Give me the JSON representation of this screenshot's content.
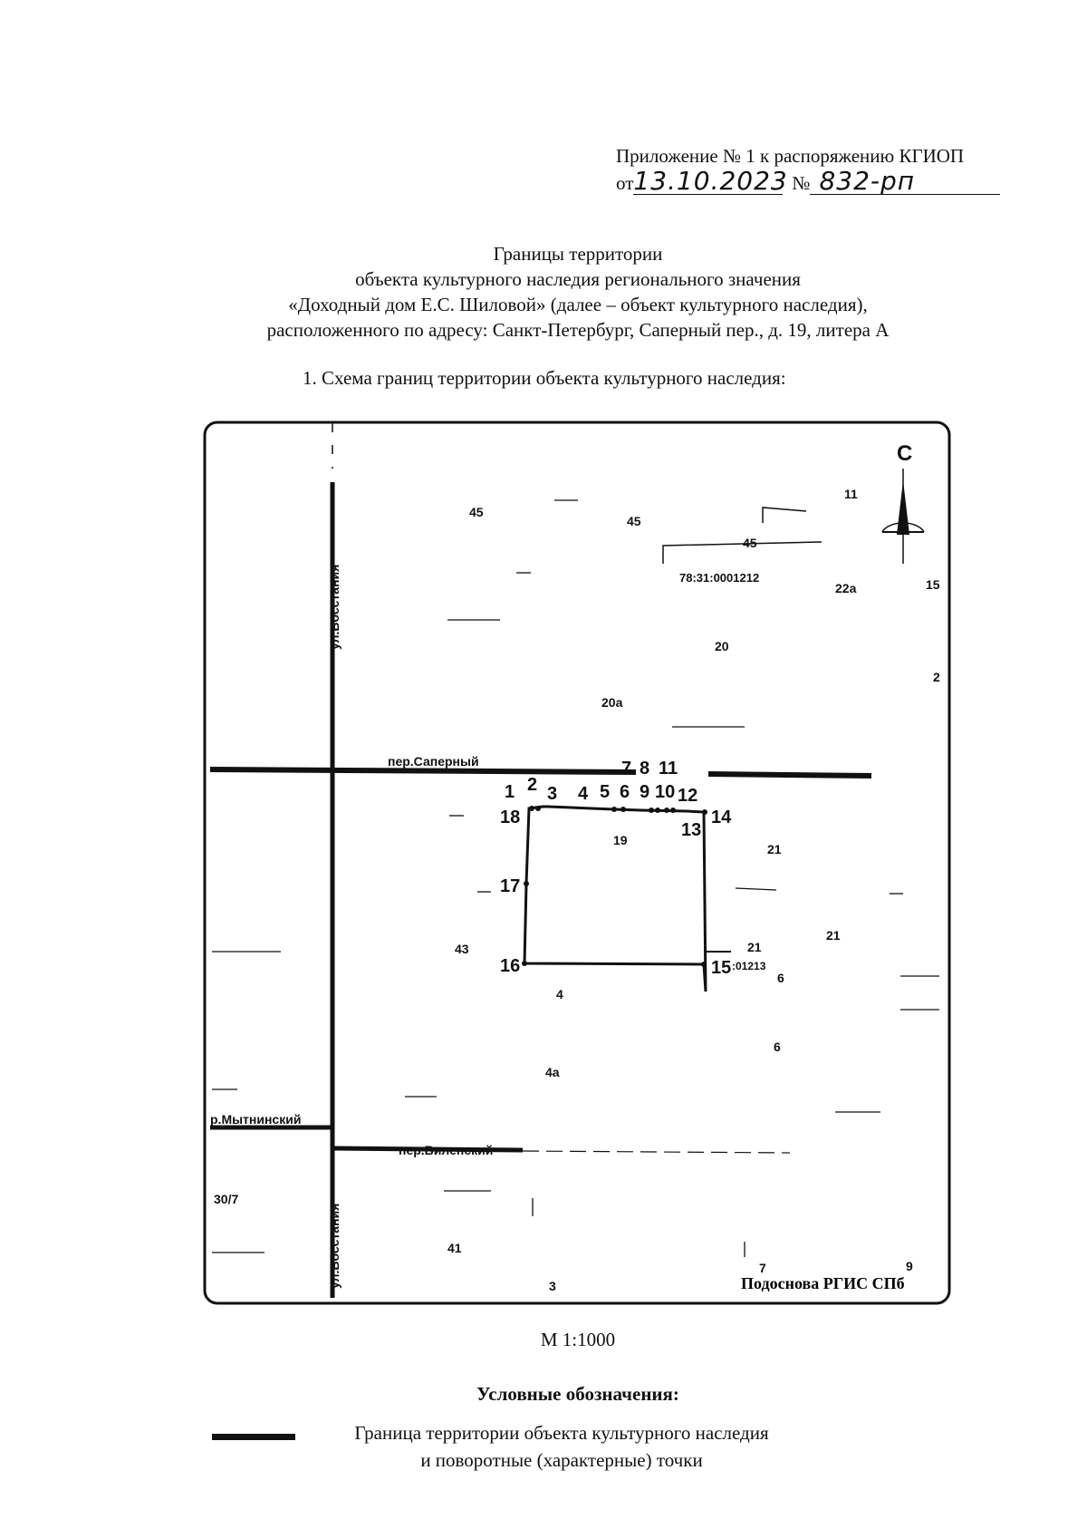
{
  "header": {
    "appendix_text": "Приложение № 1 к распоряжению КГИОП",
    "from_label": "от",
    "date": "13.10.2023",
    "number_label": "№",
    "number": "832-рп"
  },
  "title": {
    "line1": "Границы территории",
    "line2": "объекта культурного наследия регионального значения",
    "line3": "«Доходный дом Е.С. Шиловой» (далее – объект культурного наследия),",
    "line4": "расположенного по адресу: Санкт-Петербург, Саперный пер., д. 19, литера А"
  },
  "section_heading": "1.   Схема границ территории объекта культурного наследия:",
  "map": {
    "north_label": "С",
    "streets": {
      "vosstaniya_top": "ул.Восстания",
      "saperny": "пер.Саперный",
      "mytninsky": "р.Мытнинский",
      "vilensky": "пер.Виленский",
      "vosstaniya_bottom": "ул.Восстания"
    },
    "building_numbers": {
      "b45a": "45",
      "b45b": "45",
      "b45c": "45",
      "b11": "11",
      "b22a": "22а",
      "b15": "15",
      "b20": "20",
      "b20a": "20а",
      "b2": "2",
      "b19": "19",
      "b21a": "21",
      "b21b": "21",
      "b21c": "21",
      "b43": "43",
      "b4": "4",
      "b4a": "4а",
      "b6a": "6",
      "b6b": "6",
      "b30_7": "30/7",
      "b41": "41",
      "b7": "7",
      "b3": "3",
      "b9": "9"
    },
    "cadastral_1": "78:31:0001212",
    "cadastral_2": ":01213",
    "points": [
      "1",
      "2",
      "3",
      "4",
      "5",
      "6",
      "7",
      "8",
      "9",
      "10",
      "11",
      "12",
      "13",
      "14",
      "15",
      "16",
      "17",
      "18"
    ],
    "source": "Подоснова РГИС СПб"
  },
  "scale": "М 1:1000",
  "legend": {
    "title": "Условные обозначения:",
    "line1": "Граница территории объекта культурного наследия",
    "line2": "и поворотные (характерные) точки"
  }
}
